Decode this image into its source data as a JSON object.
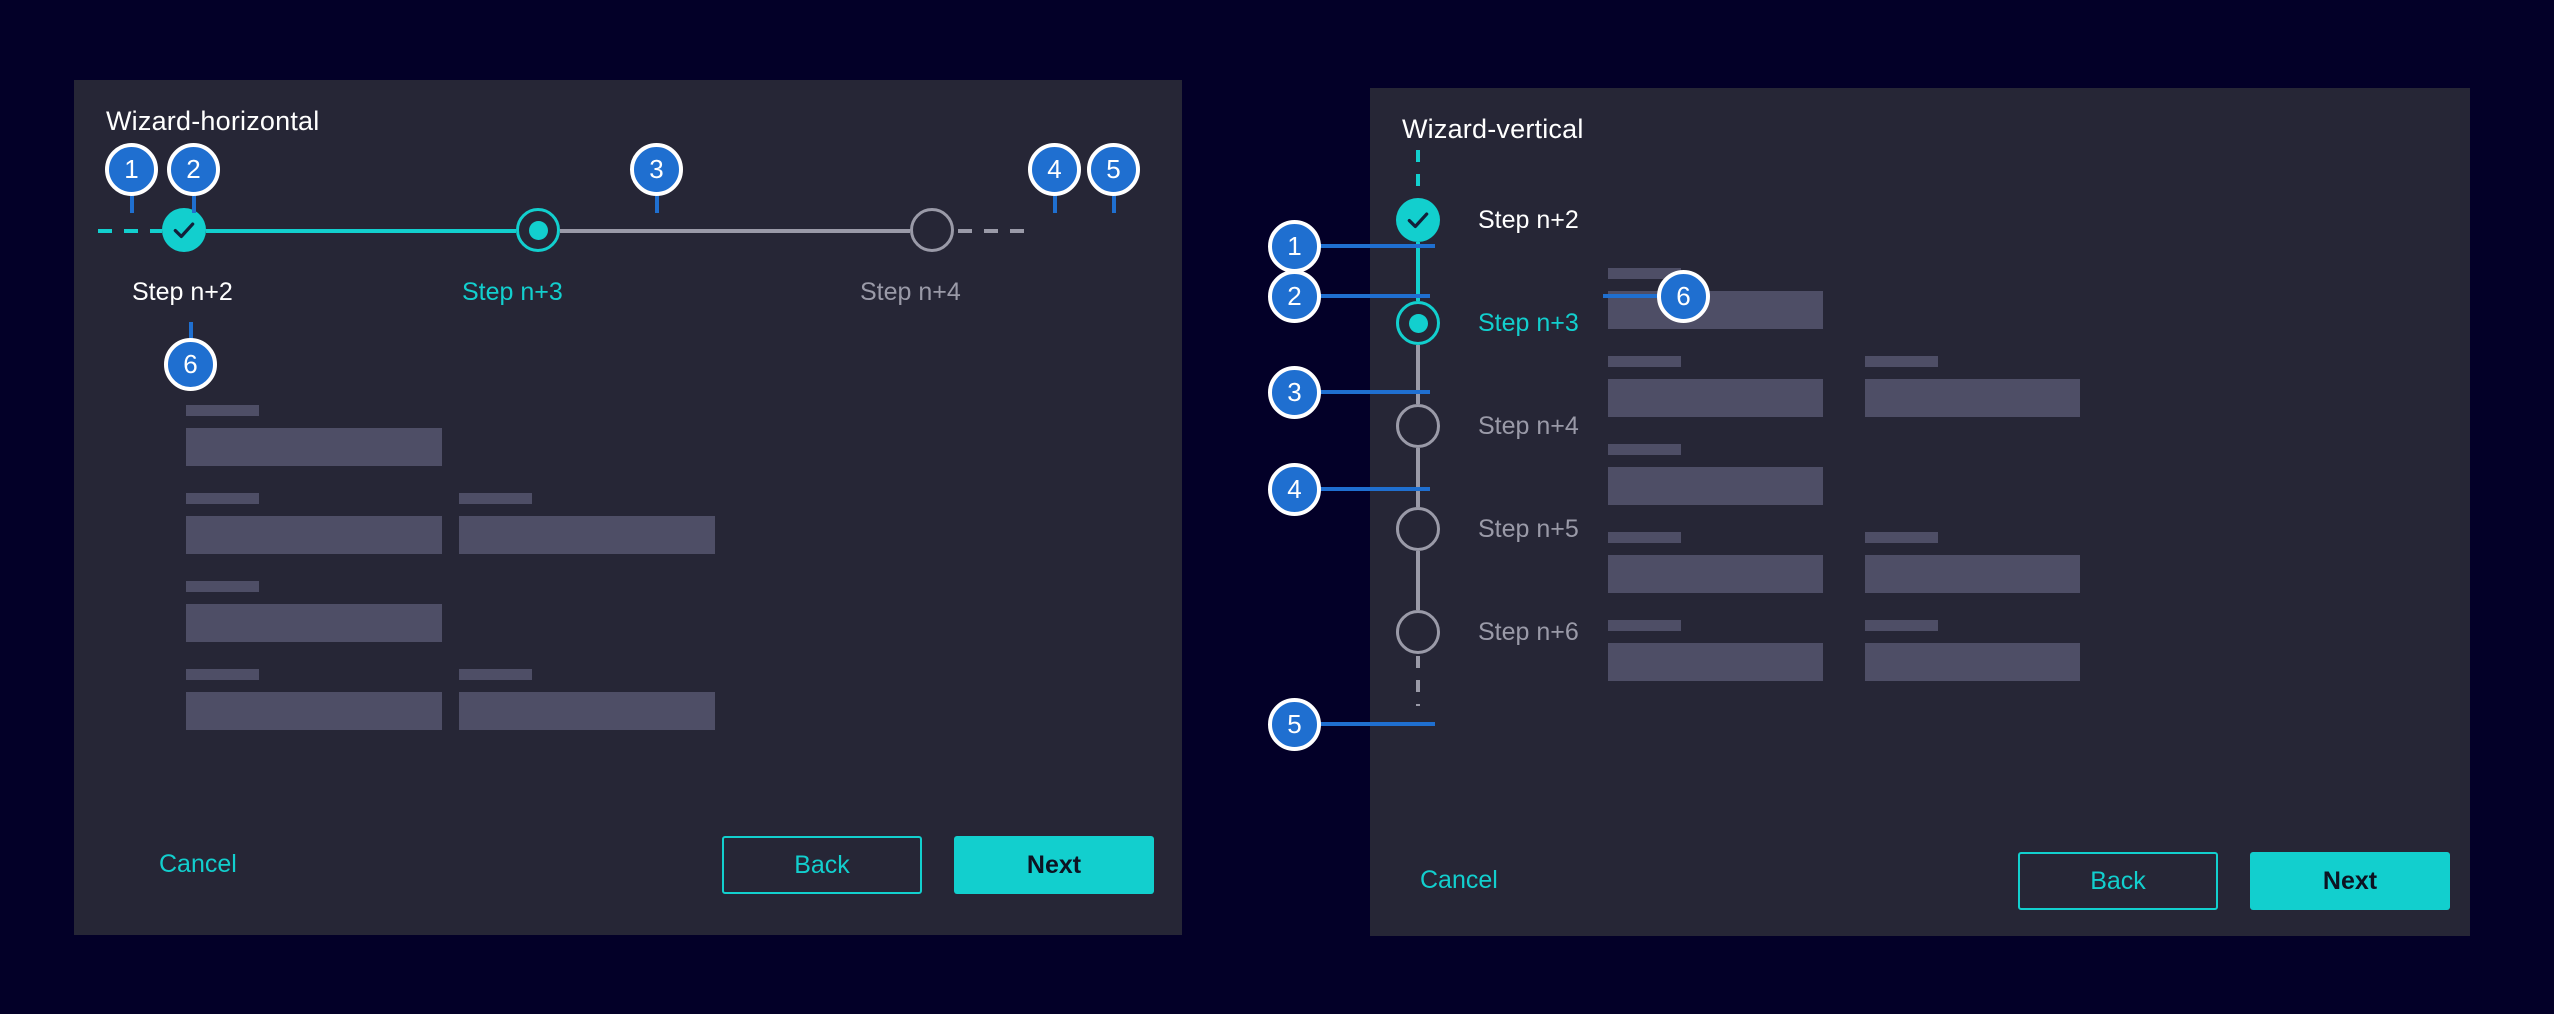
{
  "page": {
    "background": "#030028",
    "panel_background": "#262636",
    "accent_cyan": "#12cfce",
    "marker_blue": "#1f6fd0",
    "muted_grey": "#9a9aa8",
    "skeleton_grey": "#4e4e66"
  },
  "horizontal": {
    "title": "Wizard-horizontal",
    "steps": [
      {
        "label": "Step n+2",
        "state": "done"
      },
      {
        "label": "Step n+3",
        "state": "active"
      },
      {
        "label": "Step n+4",
        "state": "todo"
      }
    ],
    "footer": {
      "cancel": "Cancel",
      "back": "Back",
      "next": "Next"
    }
  },
  "vertical": {
    "title": "Wizard-vertical",
    "steps": [
      {
        "label": "Step n+2",
        "state": "done"
      },
      {
        "label": "Step n+3",
        "state": "active"
      },
      {
        "label": "Step n+4",
        "state": "todo"
      },
      {
        "label": "Step n+5",
        "state": "todo"
      },
      {
        "label": "Step n+6",
        "state": "todo"
      }
    ],
    "footer": {
      "cancel": "Cancel",
      "back": "Back",
      "next": "Next"
    }
  },
  "annotations": [
    {
      "id": "1",
      "note": "leading dashed connector (horizontal) / top dashed connector (vertical)"
    },
    {
      "id": "2",
      "note": "completed step indicator"
    },
    {
      "id": "3",
      "note": "active step indicator"
    },
    {
      "id": "4",
      "note": "incomplete step indicator"
    },
    {
      "id": "5",
      "note": "trailing dashed connector"
    },
    {
      "id": "6",
      "note": "step label"
    }
  ],
  "markers": {
    "m1": "1",
    "m2": "2",
    "m3": "3",
    "m4": "4",
    "m5": "5",
    "m6": "6",
    "v1": "1",
    "v2": "2",
    "v3": "3",
    "v4": "4",
    "v5": "5",
    "v6": "6"
  }
}
